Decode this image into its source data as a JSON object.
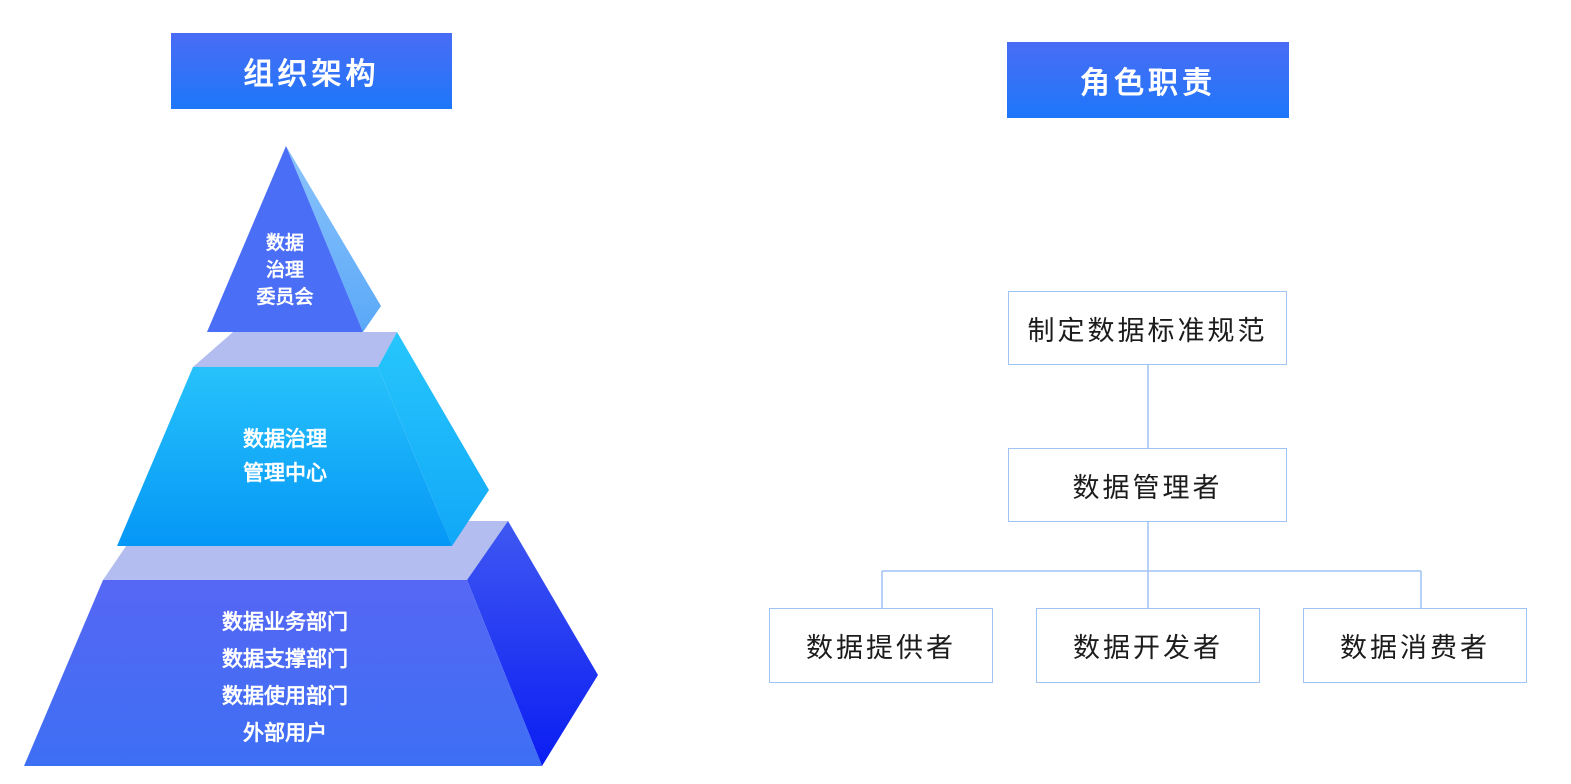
{
  "org_section": {
    "title": "组织架构",
    "tiers": [
      {
        "lines": [
          "数据",
          "治理",
          "委员会"
        ]
      },
      {
        "lines": [
          "数据治理",
          "管理中心"
        ]
      },
      {
        "lines": [
          "数据业务部门",
          "数据支撑部门",
          "数据使用部门",
          "外部用户"
        ]
      }
    ]
  },
  "role_section": {
    "title": "角色职责",
    "root": "制定数据标准规范",
    "manager": "数据管理者",
    "children": [
      "数据提供者",
      "数据开发者",
      "数据消费者"
    ]
  },
  "colors": {
    "header_gradient_top": "#4a6cf5",
    "header_gradient_bottom": "#1d77f9",
    "box_border": "#9fc3f3",
    "connector": "#9fc3f3"
  }
}
